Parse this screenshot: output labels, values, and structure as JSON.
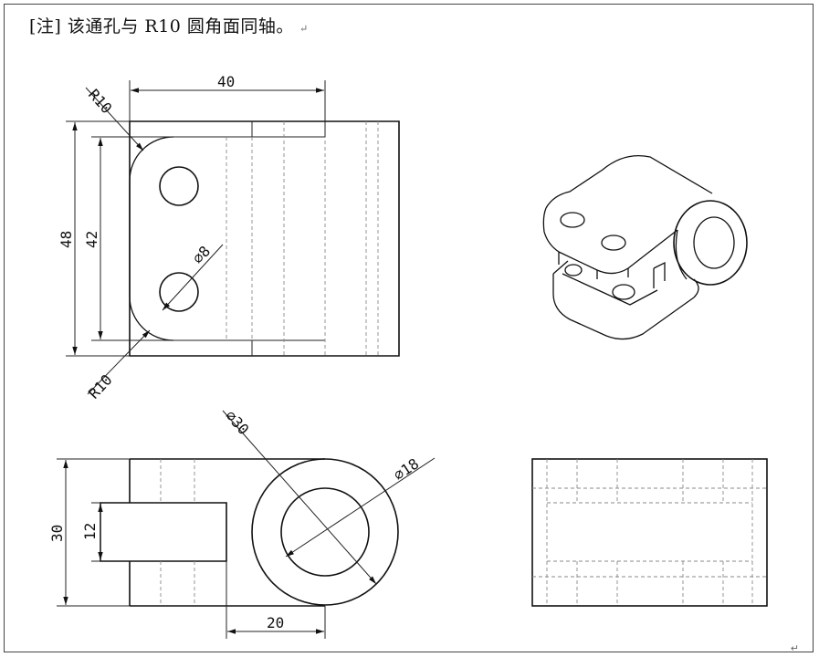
{
  "note": {
    "text": "[注]  该通孔与 R10 圆角面同轴。",
    "return_mark": "↵"
  },
  "dimensions": {
    "top_width": "40",
    "overall_height": "48",
    "inner_height": "42",
    "hole_diameter": "∅8",
    "fillet_top": "R10",
    "fillet_bottom": "R10",
    "outer_diameter": "∅30",
    "bore_diameter": "∅18",
    "side_height": "30",
    "slot_height": "12",
    "slot_depth": "20"
  },
  "corner_mark": "↵"
}
